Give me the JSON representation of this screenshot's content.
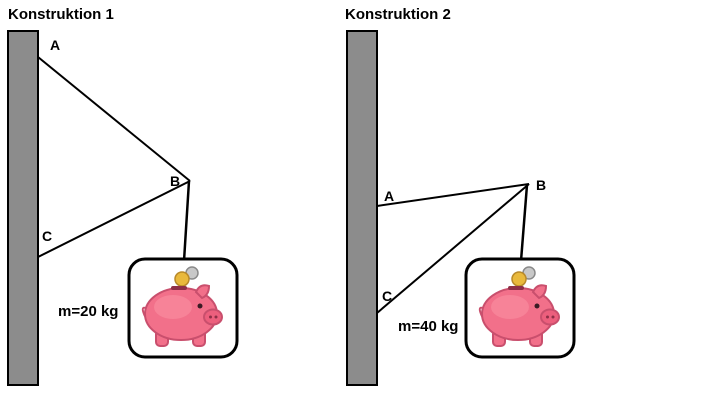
{
  "diagram": {
    "constructions": [
      {
        "title": "Konstruktion 1",
        "label_a": "A",
        "label_b": "B",
        "label_c": "C",
        "mass": "m=20 kg"
      },
      {
        "title": "Konstruktion 2",
        "label_a": "A",
        "label_b": "B",
        "label_c": "C",
        "mass": "m=40 kg"
      }
    ],
    "colors": {
      "background": "#ffffff",
      "wall_fill": "#8c8c8c",
      "outline": "#000000",
      "pig_body": "#f2708a",
      "pig_outline": "#c94f6d",
      "pig_snout": "#ec5f7d",
      "coin_gold": "#e9b93c",
      "coin_silver": "#c8c8c8"
    }
  }
}
